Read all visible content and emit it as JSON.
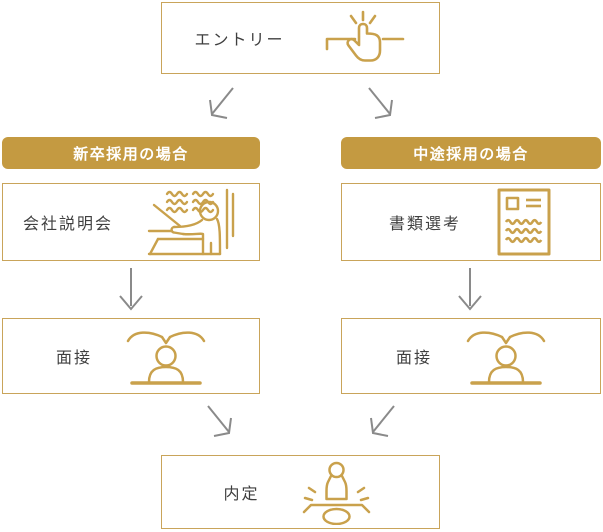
{
  "diagram": {
    "title_context": "recruitment-flow",
    "entry": {
      "label": "エントリー",
      "icon": "tap-click-icon"
    },
    "left_track": {
      "header": "新卒採用の場合",
      "steps": [
        {
          "label": "会社説明会",
          "icon": "presentation-icon"
        },
        {
          "label": "面接",
          "icon": "interview-icon"
        }
      ]
    },
    "right_track": {
      "header": "中途採用の場合",
      "steps": [
        {
          "label": "書類選考",
          "icon": "document-icon"
        },
        {
          "label": "面接",
          "icon": "interview-icon"
        }
      ]
    },
    "offer": {
      "label": "内定",
      "icon": "stamp-icon"
    },
    "colors": {
      "box_border_gold": "#C9A45A",
      "badge_gold": "#C49A41",
      "icon_gold": "#C9A14C",
      "text_dark": "#3F3F3F",
      "badge_text": "#FFFFFF",
      "arrow_gray": "#8A8A8A",
      "background": "#FFFFFF"
    }
  }
}
